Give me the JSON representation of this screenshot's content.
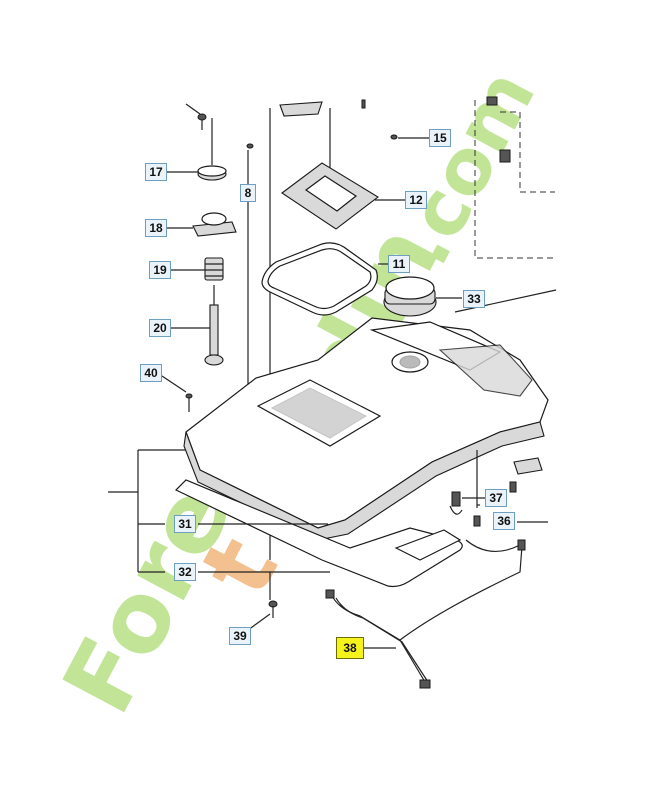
{
  "watermark": {
    "part1": "Fore",
    "part2": "t",
    "part3": "Jardin",
    "suffix": ".com"
  },
  "callouts": [
    {
      "id": "17",
      "label": "17",
      "highlight": false
    },
    {
      "id": "18",
      "label": "18",
      "highlight": false
    },
    {
      "id": "19",
      "label": "19",
      "highlight": false
    },
    {
      "id": "20",
      "label": "20",
      "highlight": false
    },
    {
      "id": "40",
      "label": "40",
      "highlight": false
    },
    {
      "id": "8",
      "label": "8",
      "highlight": false
    },
    {
      "id": "15",
      "label": "15",
      "highlight": false
    },
    {
      "id": "12",
      "label": "12",
      "highlight": false
    },
    {
      "id": "11",
      "label": "11",
      "highlight": false
    },
    {
      "id": "33",
      "label": "33",
      "highlight": false
    },
    {
      "id": "37",
      "label": "37",
      "highlight": false
    },
    {
      "id": "36",
      "label": "36",
      "highlight": false
    },
    {
      "id": "31",
      "label": "31",
      "highlight": false
    },
    {
      "id": "32",
      "label": "32",
      "highlight": false
    },
    {
      "id": "39",
      "label": "39",
      "highlight": false
    },
    {
      "id": "38",
      "label": "38",
      "highlight": true
    }
  ]
}
